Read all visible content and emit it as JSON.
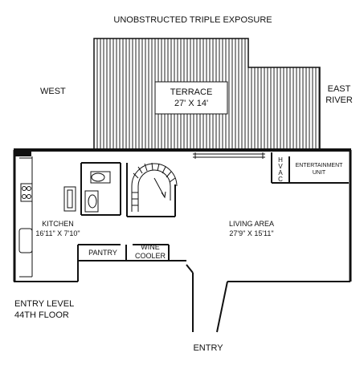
{
  "plan": {
    "header": "UNOBSTRUCTED TRIPLE EXPOSURE",
    "directions": {
      "west": "WEST",
      "east_line1": "EAST",
      "east_line2": "RIVER"
    },
    "terrace": {
      "name": "TERRACE",
      "dims": "27' X 14'"
    },
    "kitchen": {
      "name": "KITCHEN",
      "dims": "16'11\" X 7'10\""
    },
    "living": {
      "name": "LIVING AREA",
      "dims": "27'9\" X 15'11\""
    },
    "pantry": "PANTRY",
    "wine_cooler": {
      "line1": "WINE",
      "line2": "COOLER"
    },
    "hvac": [
      "H",
      "V",
      "A",
      "C"
    ],
    "entertainment": {
      "line1": "ENTERTAINMENT",
      "line2": "UNIT"
    },
    "entry": "ENTRY",
    "level": {
      "line1": "ENTRY LEVEL",
      "line2": "44TH FLOOR"
    }
  },
  "colors": {
    "wall": "#111111",
    "hatch": "#222222",
    "background": "#ffffff"
  },
  "icons": [
    "stove-icon",
    "toilet-icon",
    "sink-icon",
    "spiral-stair-icon"
  ]
}
